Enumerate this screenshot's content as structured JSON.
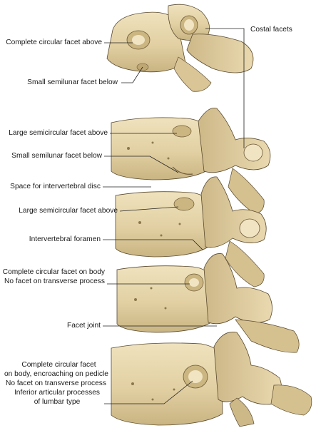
{
  "diagram": {
    "labels": {
      "costal_facets": "Costal facets",
      "complete_circular_facet_above": "Complete circular facet above",
      "small_semilunar_facet_below_1": "Small semilunar facet below",
      "large_semicircular_facet_above_1": "Large semicircular facet above",
      "small_semilunar_facet_below_2": "Small semilunar facet below",
      "space_for_intervertebral_disc": "Space for intervertebral disc",
      "large_semicircular_facet_above_2": "Large semicircular facet above",
      "intervertebral_foramen": "Intervertebral foramen",
      "complete_circular_facet_on_body": "Complete circular facet on body",
      "no_facet_on_transverse_process_1": "No facet on transverse process",
      "facet_joint": "Facet joint",
      "complete_circular_facet_line1": "Complete circular facet",
      "complete_circular_facet_line2": "on body, encroaching on pedicle",
      "no_facet_on_transverse_process_2": "No facet on transverse process",
      "inferior_articular_line1": "Inferior articular processes",
      "inferior_articular_line2": "of lumbar type"
    },
    "colors": {
      "bone": "#e6d6ac",
      "bone_shadow": "#b9a372",
      "bone_dark": "#8c774c",
      "outline": "#5a4a2e",
      "leader": "#222222"
    }
  }
}
